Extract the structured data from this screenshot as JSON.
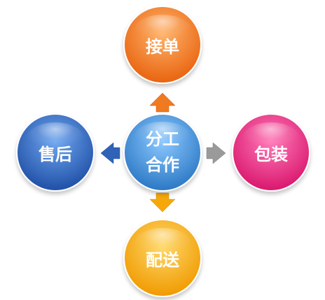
{
  "diagram": {
    "center": {
      "line1": "分工",
      "line2": "合作",
      "color": "#3f8fd2"
    },
    "top": {
      "label": "接单",
      "color": "#f07a1f"
    },
    "right": {
      "label": "包装",
      "color": "#ea2f84"
    },
    "bottom": {
      "label": "配送",
      "color": "#f6a80b"
    },
    "left": {
      "label": "售后",
      "color": "#2f63b8"
    },
    "arrow_colors": {
      "up": "#f07a1f",
      "right": "#9a9a9a",
      "down": "#f6a80b",
      "left": "#2f63b8"
    }
  }
}
